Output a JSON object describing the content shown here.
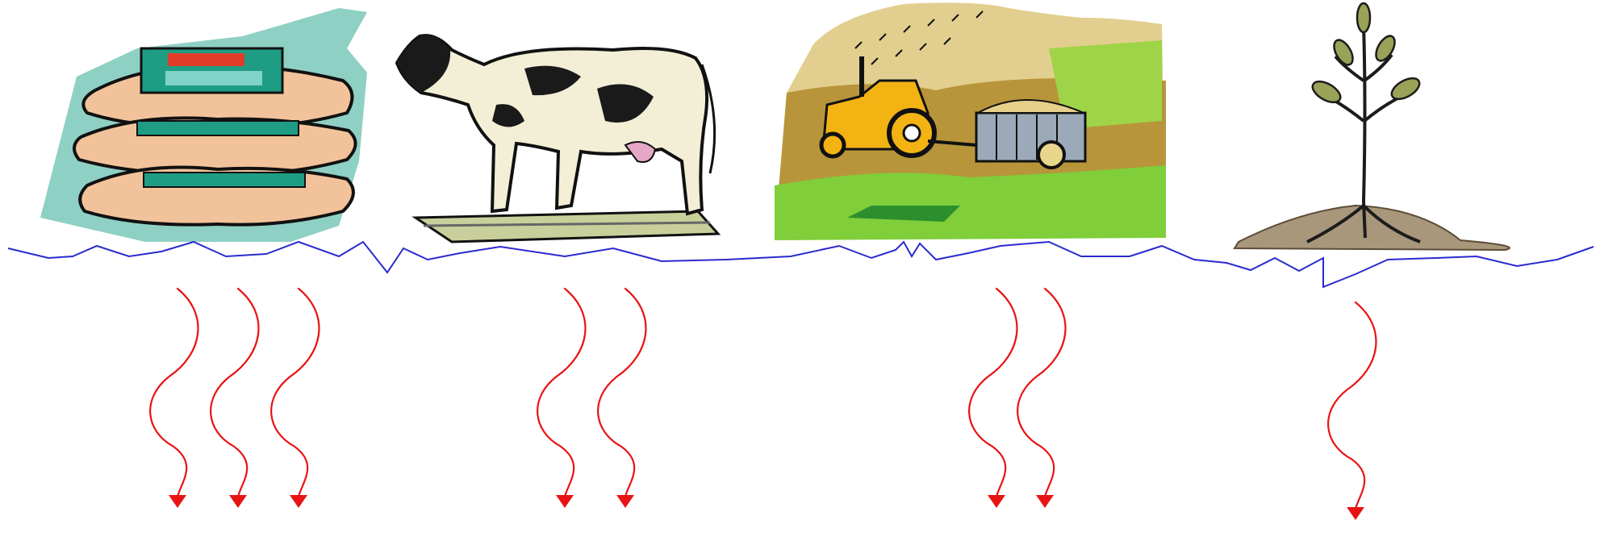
{
  "diagram": {
    "sources": [
      {
        "id": "fertilizer",
        "icon": "fertilizer-bags-icon",
        "leaching_arrows": 3
      },
      {
        "id": "livestock",
        "icon": "cow-icon",
        "leaching_arrows": 2
      },
      {
        "id": "farm_machinery",
        "icon": "tractor-trailer-icon",
        "leaching_arrows": 2
      },
      {
        "id": "plant",
        "icon": "plant-seedling-icon",
        "leaching_arrows": 1
      }
    ],
    "colors": {
      "ground_line": "#2a2ad0",
      "arrow": "#e81414",
      "soil": "#a8977a",
      "stem": "#1c1c1c",
      "leaf": "#9aa257"
    }
  }
}
